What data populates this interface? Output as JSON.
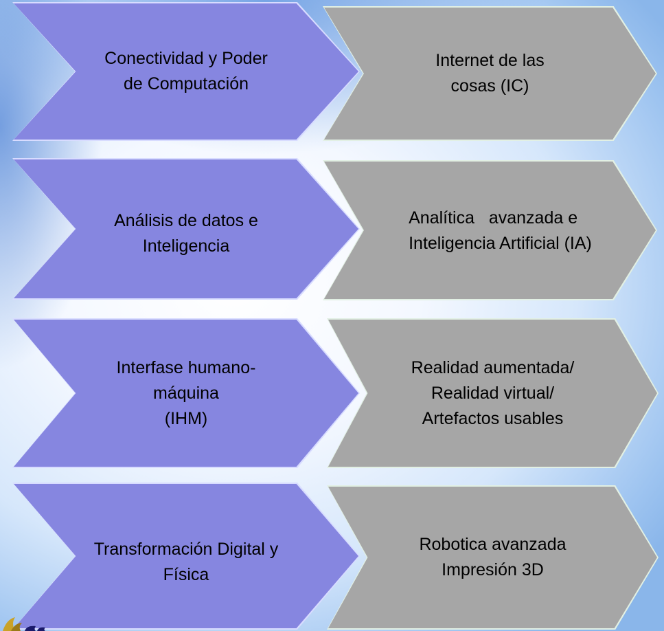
{
  "diagram": {
    "rows": [
      {
        "category": "Conectividad y Poder\nde Computación",
        "technology": "Internet de las\ncosas (IC)"
      },
      {
        "category": "Análisis de datos e\nInteligencia",
        "technology": "Analítica   avanzada e\nInteligencia Artificial (IA)"
      },
      {
        "category": "Interfase humano-\nmáquina\n(IHM)",
        "technology": "Realidad aumentada/\nRealidad virtual/\nArtefactos usables"
      },
      {
        "category": "Transformación Digital y\nFísica",
        "technology": "Robotica avanzada\nImpresión 3D"
      }
    ]
  },
  "colors": {
    "category_fill": "#8686e0",
    "technology_fill": "#a6a6a6",
    "background_edge": "#8ab6ea"
  }
}
